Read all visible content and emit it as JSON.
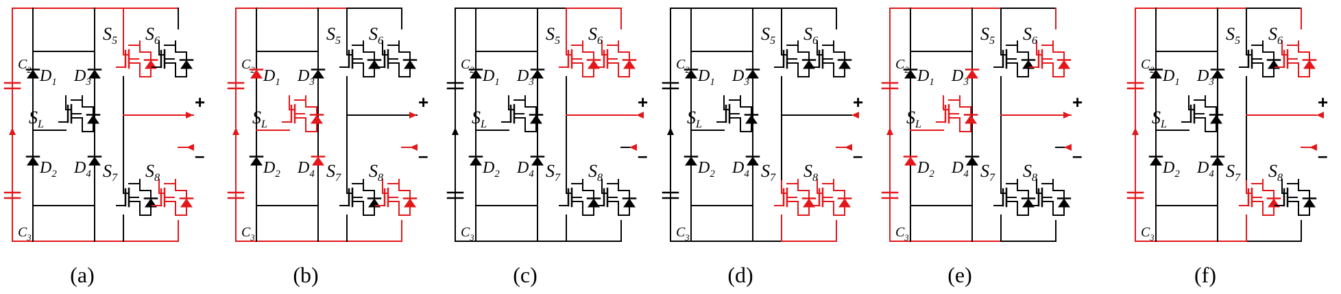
{
  "colors": {
    "wire": "#000000",
    "active": "#e3161a",
    "background": "#ffffff"
  },
  "labels": {
    "c2": [
      "C",
      "2"
    ],
    "c3": [
      "C",
      "3"
    ],
    "d1": [
      "D",
      "1"
    ],
    "d2": [
      "D",
      "2"
    ],
    "d3": [
      "D",
      "3"
    ],
    "d4": [
      "D",
      "4"
    ],
    "sl": [
      "S",
      "L"
    ],
    "s5": [
      "S",
      "5"
    ],
    "s6": [
      "S",
      "6"
    ],
    "s7": [
      "S",
      "7"
    ],
    "s8": [
      "S",
      "8"
    ],
    "plus": "+",
    "minus": "–"
  },
  "panels": [
    {
      "caption": "(a)",
      "active": [
        "c2",
        "c3",
        "s5",
        "s8"
      ]
    },
    {
      "caption": "(b)",
      "active": [
        "c2",
        "c3",
        "d1",
        "d4",
        "sl",
        "s8"
      ]
    },
    {
      "caption": "(c)",
      "active": [
        "s5",
        "s6"
      ]
    },
    {
      "caption": "(d)",
      "active": [
        "s7",
        "s8"
      ]
    },
    {
      "caption": "(e)",
      "active": [
        "c2",
        "c3",
        "d2",
        "d3",
        "sl",
        "s6"
      ]
    },
    {
      "caption": "(f)",
      "active": [
        "c2",
        "c3",
        "s6",
        "s7"
      ]
    }
  ],
  "icons": {
    "switch": "mosfet-icon",
    "diode": "diode-icon",
    "capacitor": "capacitor-icon",
    "arrow": "current-arrow-icon"
  }
}
